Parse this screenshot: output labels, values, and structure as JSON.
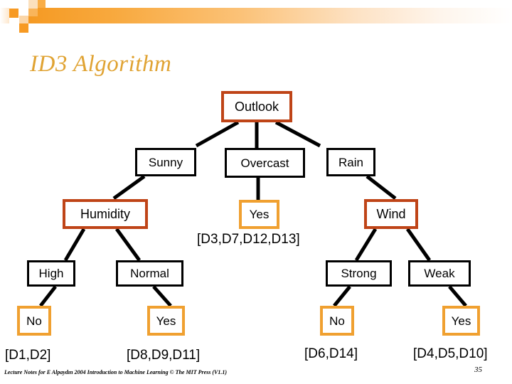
{
  "slide": {
    "title": "ID3 Algorithm",
    "page_number": "35",
    "footer": "Lecture Notes for E Alpaydın 2004 Introduction to Machine Learning © The MIT Press (V1.1)",
    "accent_colors": {
      "title_gold": "#e0a333",
      "attribute_border": "#bf4417",
      "branch_border": "#000000",
      "leaf_border": "#f0a030",
      "header_bar": "#f59a23"
    }
  },
  "tree": {
    "root_attribute": {
      "label": "Outlook"
    },
    "branches": [
      {
        "label": "Sunny"
      },
      {
        "label": "Overcast"
      },
      {
        "label": "Rain"
      }
    ],
    "level2": [
      {
        "label": "Humidity",
        "kind": "attribute"
      },
      {
        "label": "Yes",
        "kind": "leaf",
        "examples": "[D3,D7,D12,D13]"
      },
      {
        "label": "Wind",
        "kind": "attribute"
      }
    ],
    "level3_branches": [
      {
        "label": "High"
      },
      {
        "label": "Normal"
      },
      {
        "label": "Strong"
      },
      {
        "label": "Weak"
      }
    ],
    "leaves": [
      {
        "label": "No",
        "examples": "[D1,D2]"
      },
      {
        "label": "Yes",
        "examples": "[D8,D9,D11]"
      },
      {
        "label": "No",
        "examples": "[D6,D14]"
      },
      {
        "label": "Yes",
        "examples": "[D4,D5,D10]"
      }
    ]
  }
}
